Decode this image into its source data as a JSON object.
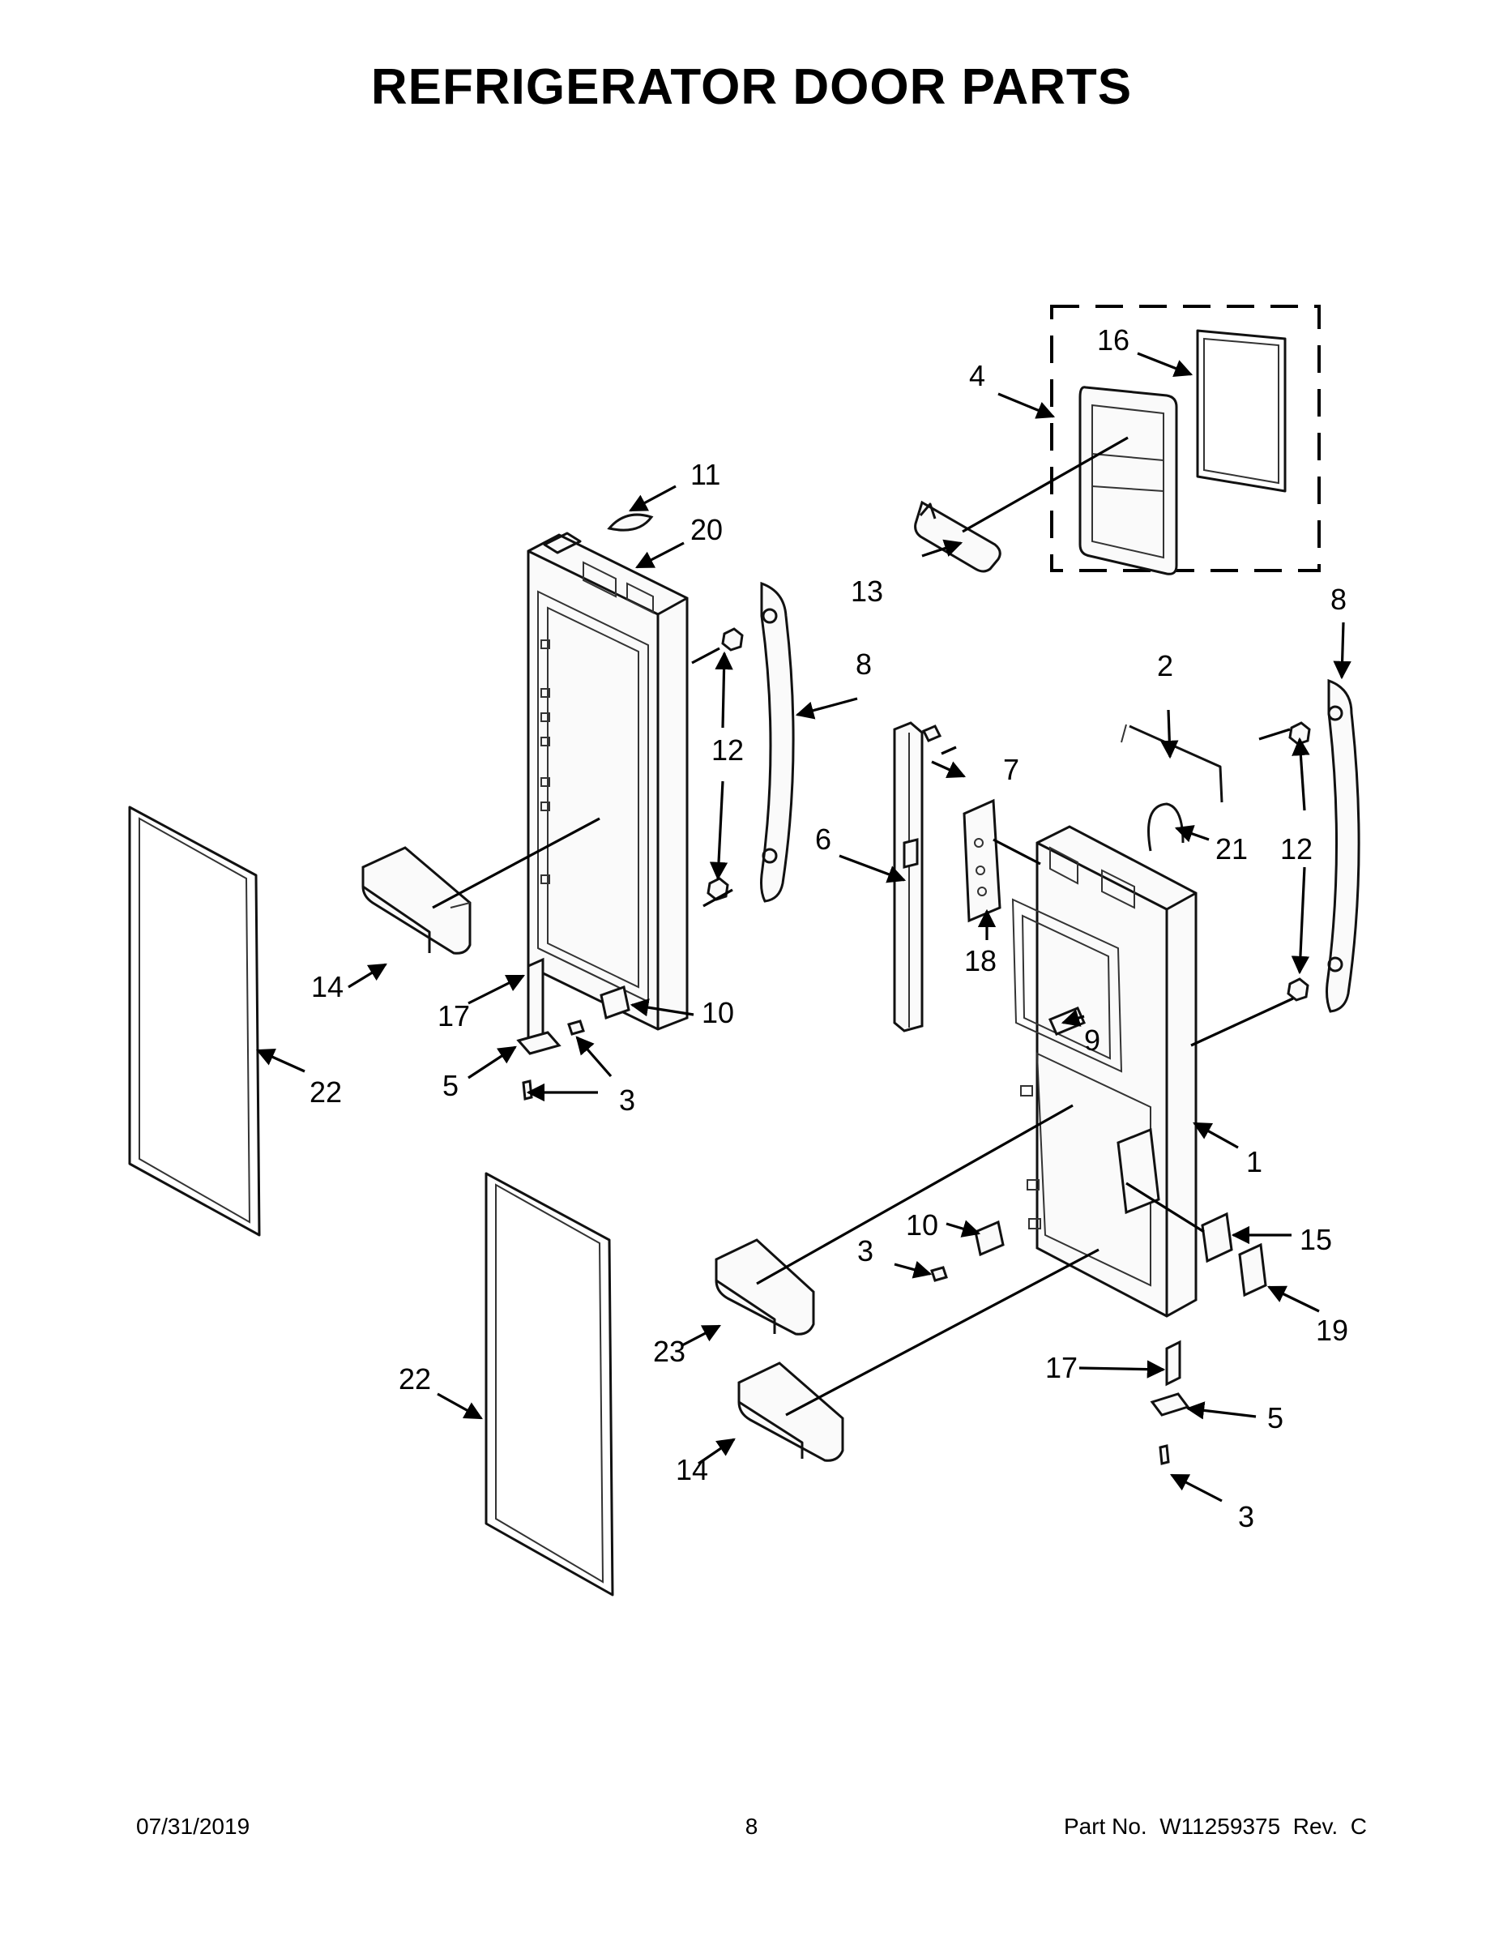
{
  "title": "REFRIGERATOR DOOR PARTS",
  "callouts": [
    "1",
    "2",
    "3",
    "3",
    "3",
    "4",
    "5",
    "5",
    "6",
    "7",
    "8",
    "8",
    "9",
    "10",
    "10",
    "11",
    "12",
    "12",
    "13",
    "14",
    "14",
    "15",
    "16",
    "17",
    "17",
    "18",
    "19",
    "20",
    "21",
    "22",
    "22",
    "23"
  ],
  "footer": {
    "date": "07/31/2019",
    "page": "8",
    "part_number": "Part No.  W11259375  Rev.  C"
  }
}
